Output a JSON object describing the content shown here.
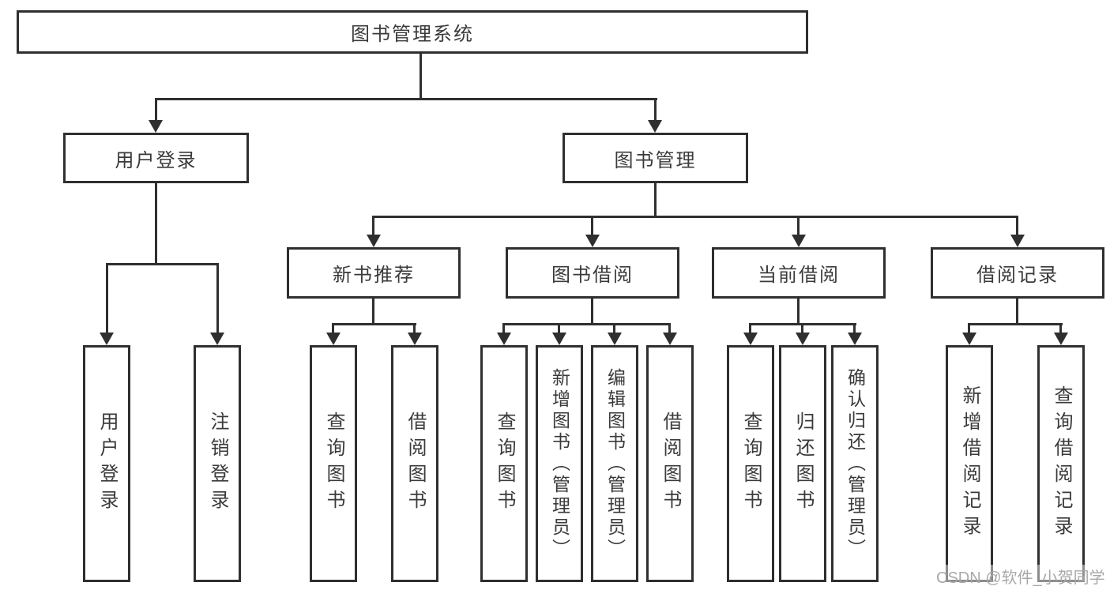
{
  "root": {
    "label": "图书管理系统"
  },
  "branches": {
    "user_login": {
      "label": "用户登录",
      "children": [
        "用户登录",
        "注销登录"
      ]
    },
    "book_mgmt": {
      "label": "图书管理",
      "modules": [
        {
          "label": "新书推荐",
          "children": [
            "查询图书",
            "借阅图书"
          ]
        },
        {
          "label": "图书借阅",
          "children": [
            "查询图书",
            "新增图书（管理员）",
            "编辑图书（管理员）",
            "借阅图书"
          ]
        },
        {
          "label": "当前借阅",
          "children": [
            "查询图书",
            "归还图书",
            "确认归还（管理员）"
          ]
        },
        {
          "label": "借阅记录",
          "children": [
            "新增借阅记录",
            "查询借阅记录"
          ]
        }
      ]
    }
  },
  "watermark": {
    "text": "CSDN @软件_小贺同学"
  },
  "colors": {
    "stroke": "#2f2f2f",
    "text": "#3a3a3a",
    "watermark": "#a8a8a8",
    "background": "#ffffff"
  }
}
